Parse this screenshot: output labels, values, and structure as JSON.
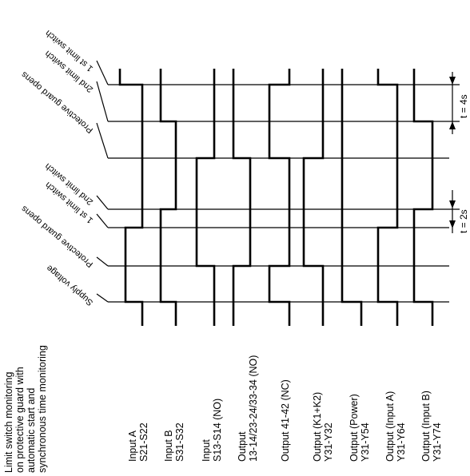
{
  "title_lines": [
    "Limit switch monitoring",
    "on protective guard with",
    "automatic start and",
    "synchronous time monitoring"
  ],
  "signals": [
    {
      "name_lines": [
        "Input A",
        "S21-S22"
      ]
    },
    {
      "name_lines": [
        "Input B",
        "S31-S32"
      ]
    },
    {
      "name_lines": [
        "Input",
        "S13-S14 (NO)"
      ]
    },
    {
      "name_lines": [
        "Output",
        "13-14/23-24/33-34 (NO)"
      ]
    },
    {
      "name_lines": [
        "Output 41-42 (NC)"
      ]
    },
    {
      "name_lines": [
        "Output (K1+K2)",
        "Y31-Y32"
      ]
    },
    {
      "name_lines": [
        "Output (Power)",
        "Y31-Y54"
      ]
    },
    {
      "name_lines": [
        "Output (Input A)",
        "Y31-Y64"
      ]
    },
    {
      "name_lines": [
        "Output (Input B)",
        "Y31-Y74"
      ]
    }
  ],
  "events": [
    "Supply voltage",
    "Protective guard opens",
    "1 st limit switch",
    "2nd limit switch",
    "Protective guard opens",
    "2nd limit switch",
    "1 st limit switch"
  ],
  "timings": [
    {
      "label": "t = 2s"
    },
    {
      "label": "t = 4s"
    }
  ]
}
